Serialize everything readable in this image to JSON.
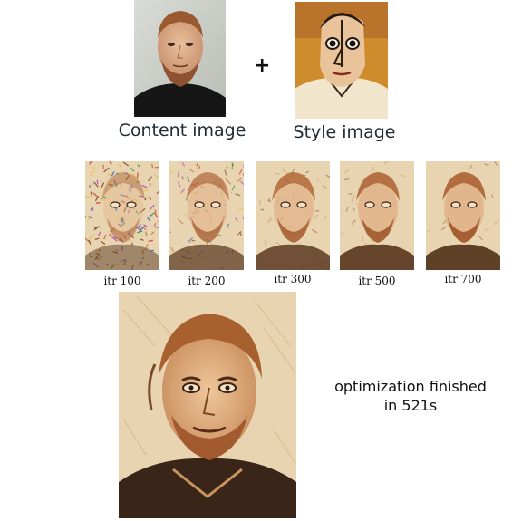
{
  "top": {
    "plus_symbol": "+",
    "content_caption": "Content image",
    "style_caption": "Style image"
  },
  "iterations": [
    {
      "label": "itr 100",
      "noise": 1.0
    },
    {
      "label": "itr 200",
      "noise": 0.55
    },
    {
      "label": "itr 300",
      "noise": 0.3
    },
    {
      "label": "itr 500",
      "noise": 0.15
    },
    {
      "label": "itr 700",
      "noise": 0.08
    }
  ],
  "result": {
    "status_line1": "optimization finished",
    "status_line2": "in 521s"
  },
  "colors": {
    "skin": "#e2b48a",
    "hair": "#b0683a",
    "shirt": "#1a1a1a",
    "stylized_bg": "#e8d4b0",
    "stylized_lines": "#7a4a28",
    "style_bg": "#cf8c2c",
    "style_face": "#e9c49a"
  }
}
